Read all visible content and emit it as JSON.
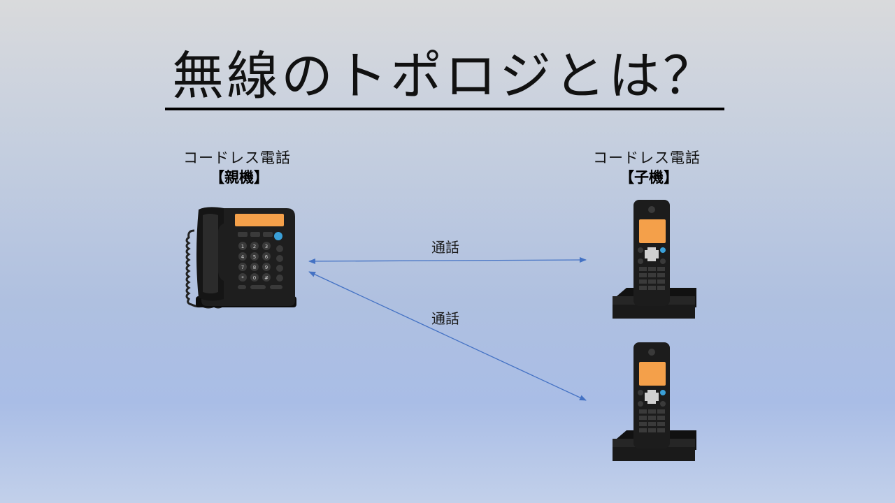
{
  "title": "無線のトポロジとは？",
  "base_unit": {
    "name": "コードレス電話",
    "role": "【親機】"
  },
  "handset_unit": {
    "name": "コードレス電話",
    "role": "【子機】"
  },
  "links": [
    {
      "label": "通話"
    },
    {
      "label": "通話"
    }
  ],
  "colors": {
    "arrow": "#4472c4",
    "screen": "#f4a04a",
    "device": "#1c1c1c"
  }
}
